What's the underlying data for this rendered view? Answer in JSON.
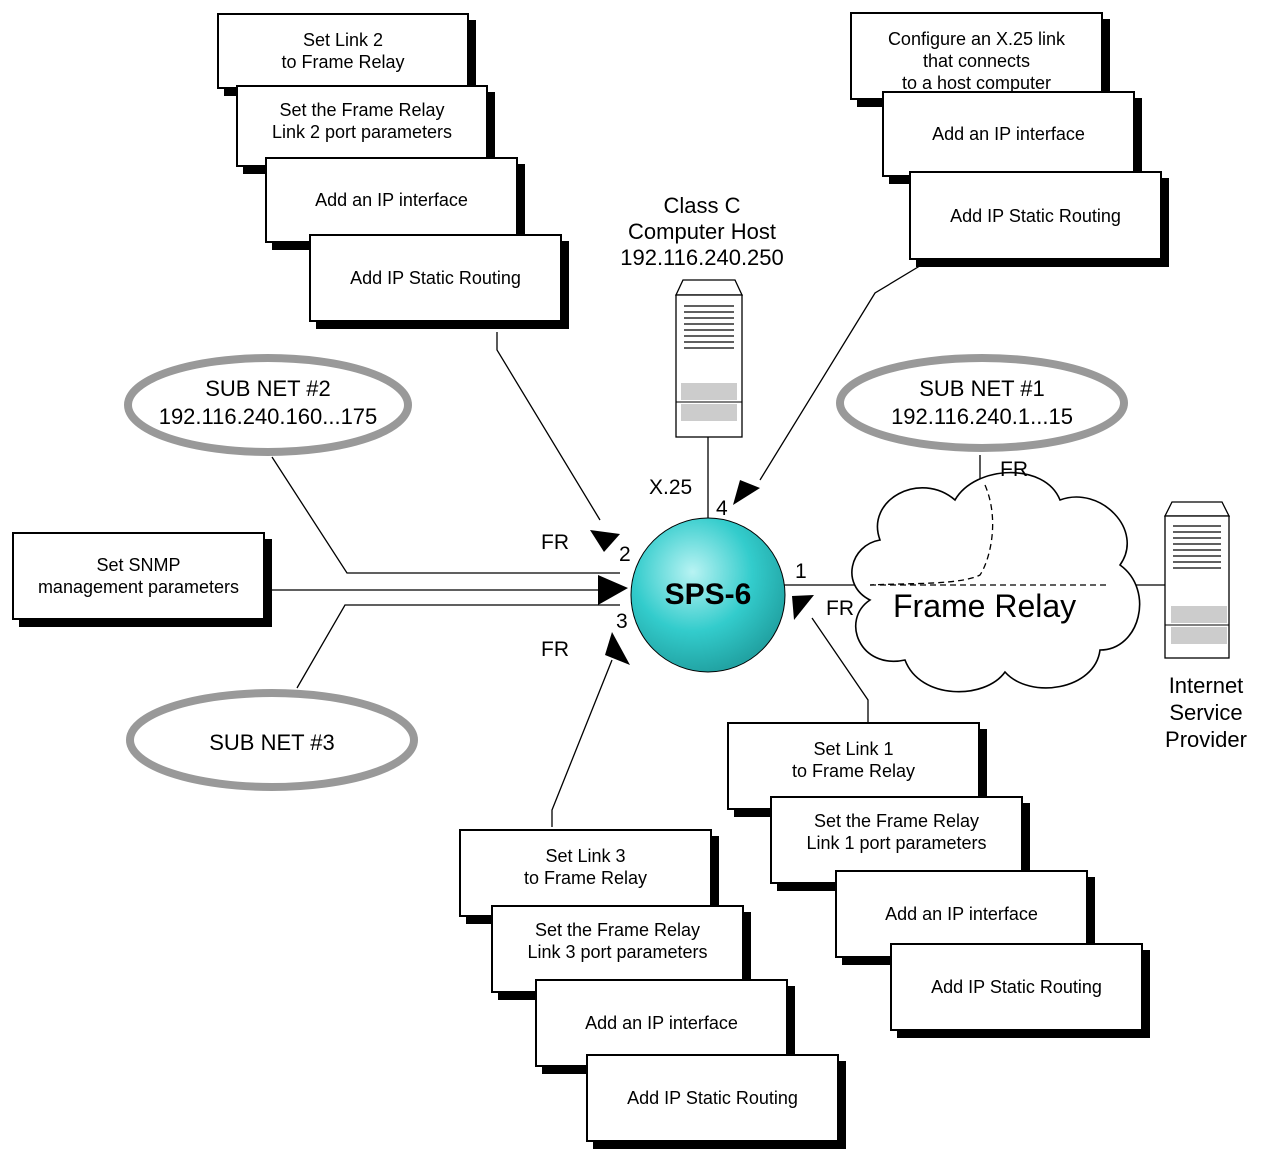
{
  "hub": {
    "label": "SPS-6"
  },
  "subnets": {
    "subnet2": "SUB NET #2\n192.116.240.160...175",
    "subnet1": "SUB NET #1\n192.116.240.1...15",
    "subnet3": "SUB NET #3"
  },
  "host": {
    "label": "Class C\nComputer Host\n192.116.240.250"
  },
  "isp": {
    "label": "Internet\nService\nProvider"
  },
  "cloud": {
    "label": "Frame Relay"
  },
  "port_labels": {
    "x25": "X.25",
    "p1": "1",
    "p2": "2",
    "p3": "3",
    "p4": "4",
    "fr_subnet1": "FR",
    "fr_port2": "FR",
    "fr_port1": "FR",
    "fr_port3": "FR"
  },
  "stacks": {
    "link2": [
      "Set Link 2\nto Frame Relay",
      "Set the Frame Relay\nLink 2 port parameters",
      "Add an IP interface",
      "Add  IP Static Routing"
    ],
    "x25": [
      "Configure an X.25 link\nthat connects\nto a host computer",
      "Add an IP interface",
      "Add  IP Static Routing"
    ],
    "snmp": [
      "Set SNMP\nmanagement parameters"
    ],
    "link1": [
      "Set Link 1\nto Frame Relay",
      "Set the Frame Relay\nLink 1 port parameters",
      "Add an IP interface",
      "Add  IP Static Routing"
    ],
    "link3": [
      "Set Link 3\nto Frame Relay",
      "Set the Frame Relay\nLink 3 port parameters",
      "Add an IP interface",
      "Add  IP Static Routing"
    ]
  },
  "colors": {
    "hub_fill": "#33cccc",
    "oval_border": "#999999",
    "server_gray": "#cccccc",
    "line": "#000000"
  }
}
